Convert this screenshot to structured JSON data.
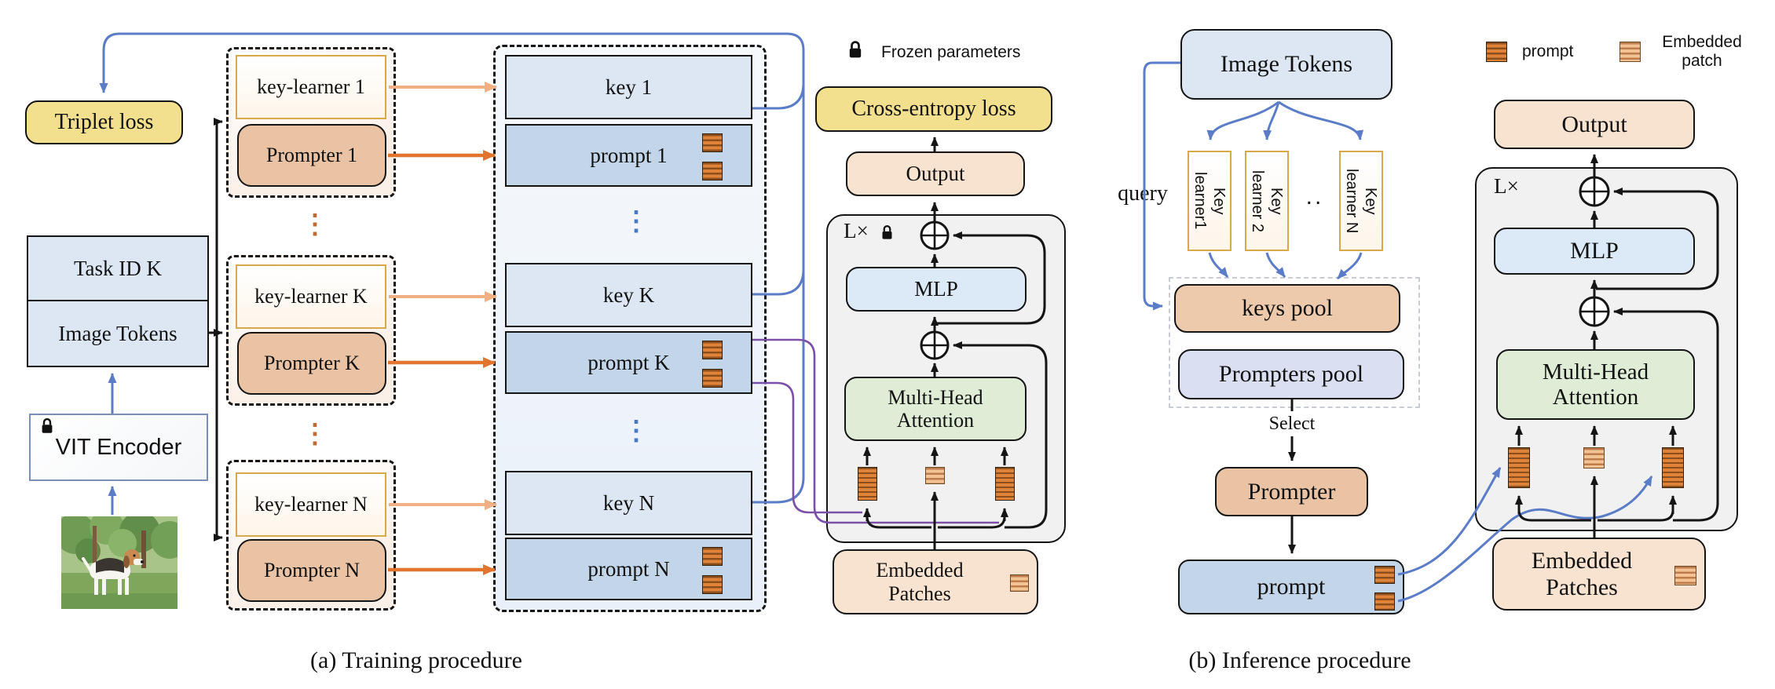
{
  "captions": {
    "a": "(a) Training procedure",
    "b": "(b) Inference procedure"
  },
  "legend": {
    "frozen": "Frozen parameters",
    "prompt": "prompt",
    "embedded_patch": "Embedded\npatch"
  },
  "training": {
    "triplet_loss": "Triplet loss",
    "task_id": "Task ID K",
    "image_tokens": "Image Tokens",
    "vit_encoder": "VIT Encoder",
    "groups": [
      {
        "learner": "key-learner 1",
        "prompter": "Prompter 1"
      },
      {
        "learner": "key-learner K",
        "prompter": "Prompter K"
      },
      {
        "learner": "key-learner N",
        "prompter": "Prompter N"
      }
    ],
    "pool": [
      {
        "key": "key 1",
        "prompt": "prompt 1"
      },
      {
        "key": "key K",
        "prompt": "prompt K"
      },
      {
        "key": "key N",
        "prompt": "prompt N"
      }
    ],
    "ellipsis": "⋮",
    "cross_entropy_loss": "Cross-entropy loss",
    "output": "Output",
    "layers": "L×",
    "mlp": "MLP",
    "mha": "Multi-Head Attention",
    "embedded_patches": "Embedded Patches"
  },
  "inference": {
    "image_tokens": "Image Tokens",
    "query": "query",
    "key_learners": [
      "Key\nlearner1",
      "Key\nlearner 2",
      "Key\nlearner N"
    ],
    "dots": "..",
    "keys_pool": "keys pool",
    "prompters_pool": "Prompters pool",
    "select": "Select",
    "prompter": "Prompter",
    "prompt": "prompt",
    "output": "Output",
    "layers": "L×",
    "mlp": "MLP",
    "mha": "Multi-Head Attention",
    "embedded_patches": "Embedded Patches"
  },
  "colors": {
    "blue": "#5B7CC6",
    "purple": "#7C50A8",
    "orange": "#E2742D",
    "orange_light": "#F1B083",
    "gold": "#D8A94A",
    "yellow": "#F3E08F",
    "peach": "#F8E3D1",
    "blue_light": "#DCE7F3",
    "blue_mid": "#C3D5E9",
    "green": "#E0EDD6",
    "tan": "#E9C3A4",
    "tan_pool": "#ECCAAB",
    "lavender": "#DADFF1",
    "block_gray": "#F1F1F1",
    "hatch_orange": "#DF833B",
    "hatch_light": "#F3C394"
  }
}
